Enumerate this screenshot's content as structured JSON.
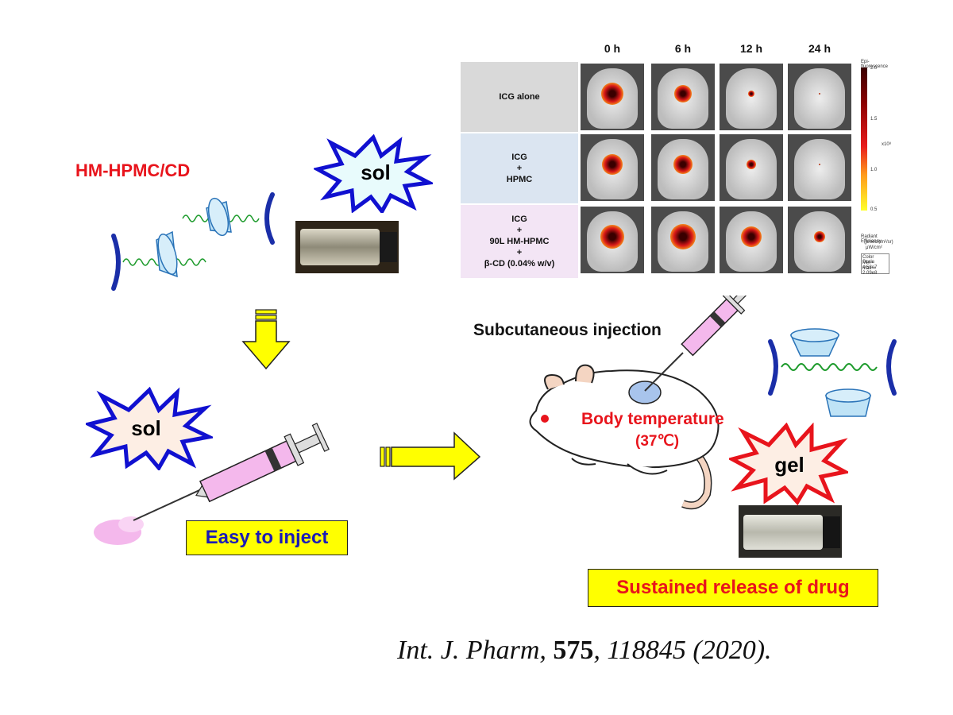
{
  "left_panel": {
    "title": "HM-HPMC/CD",
    "sol_top": "sol",
    "sol_bottom": "sol",
    "easy_label": "Easy to inject"
  },
  "table": {
    "columns": [
      "0 h",
      "6 h",
      "12 h",
      "24 h"
    ],
    "rows": [
      {
        "lines": [
          "ICG alone"
        ],
        "bg": "#d9d9d9"
      },
      {
        "lines": [
          "ICG",
          "+",
          "HPMC"
        ],
        "bg": "#dbe5f1"
      },
      {
        "lines": [
          "ICG",
          "+",
          "90L HM-HPMC",
          "+",
          "β-CD (0.04% w/v)"
        ],
        "bg": "#f3e5f5"
      }
    ],
    "colorbar": {
      "title": "Epi-fluorescence",
      "ticks": [
        "2.0",
        "1.5",
        "1.0",
        "0.5"
      ],
      "unit": "x10⁸",
      "legend": [
        "Radiant Efficiency",
        "(p/sec/cm²/sr)",
        "μW/cm²"
      ],
      "scale": [
        "Color Scale",
        "Min = 4.58e7",
        "Max = 2.09e8"
      ]
    }
  },
  "right_panel": {
    "injection_label": "Subcutaneous injection",
    "body_temp": "Body temperature",
    "body_temp_value": "(37℃)",
    "gel_label": "gel",
    "sustained_label": "Sustained release of drug"
  },
  "citation": {
    "journal": "Int. J. Pharm,",
    "volume": "575",
    "rest": ", 118845 (2020)."
  },
  "colors": {
    "red_accent": "#e8141c",
    "blue_accent": "#1a1ab8",
    "arrow_yellow": "#ffff00",
    "burst_blue": "#1010d0",
    "burst_red": "#e8141c",
    "syringe_pink": "#f4b8ec"
  }
}
